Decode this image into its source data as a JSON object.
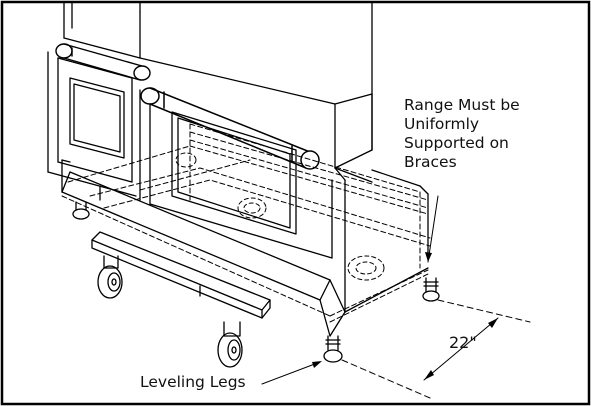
{
  "figure": {
    "callouts": {
      "braces": "Range Must be\nUniformly\nSupported on\nBraces",
      "legs": "Leveling Legs",
      "dimension": "22\""
    }
  }
}
